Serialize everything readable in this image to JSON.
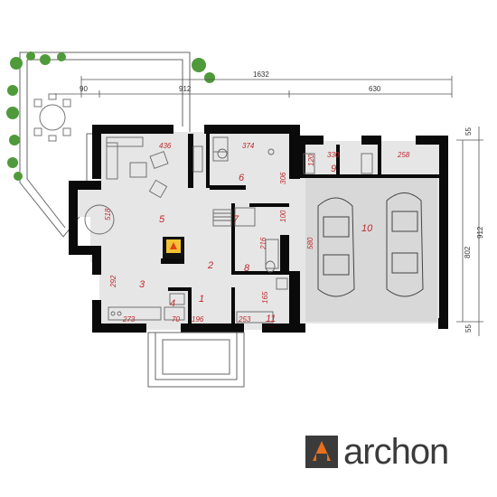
{
  "top_dimensions": {
    "overall": "1632",
    "left_small": "90",
    "left_mid": "912",
    "right": "630"
  },
  "side_dimensions": {
    "top_small": "55",
    "overall": "912",
    "middle": "802",
    "bottom_small": "55"
  },
  "room_dimensions": {
    "d436": "436",
    "d374": "374",
    "d330": "330",
    "d258": "258",
    "d120": "120",
    "d306": "306",
    "d518": "518",
    "d100": "100",
    "d216": "216",
    "d580": "580",
    "d292": "292",
    "d165": "165",
    "d273": "273",
    "d70": "70",
    "d196": "196",
    "d253": "253"
  },
  "rooms": {
    "r1": "1",
    "r2": "2",
    "r3": "3",
    "r4": "4",
    "r5": "5",
    "r6": "6",
    "r7": "7",
    "r8": "8",
    "r9": "9",
    "r10": "10",
    "r11": "11"
  },
  "logo": {
    "name": "archon",
    "colors": {
      "orange": "#e8701c",
      "gray": "#3b3b3b"
    }
  },
  "colors": {
    "wall": "#0a0a0a",
    "floor": "#e8e8e8",
    "accent_red": "#c0292b",
    "plant": "#4f9a3a"
  }
}
